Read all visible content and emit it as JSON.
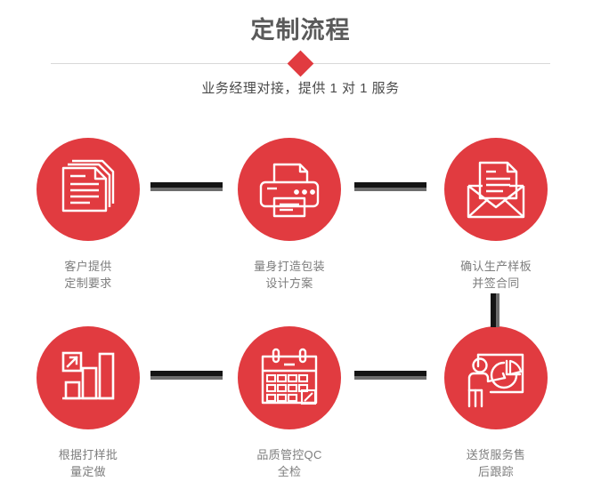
{
  "header": {
    "title": "定制流程",
    "subtitle": "业务经理对接，提供 1 对 1 服务",
    "divider_icon": "diamond-marker"
  },
  "colors": {
    "accent_red": "#e13b40",
    "title_gray": "#5a5a5a",
    "label_gray": "#7d7d7d",
    "divider_gray": "#d8d8d8",
    "connector_dark": "#141414",
    "connector_gray": "#6d6d6d"
  },
  "flow": {
    "steps": [
      {
        "icon": "documents-stack-icon",
        "label": "客户提供\n定制要求"
      },
      {
        "icon": "printer-icon",
        "label": "量身打造包装\n设计方案"
      },
      {
        "icon": "envelope-letter-icon",
        "label": "确认生产样板\n并签合同"
      },
      {
        "icon": "bar-chart-growth-icon",
        "label": "根据打样批\n量定做"
      },
      {
        "icon": "calendar-check-icon",
        "label": "品质管控QC\n全检"
      },
      {
        "icon": "presentation-person-icon",
        "label": "送货服务售\n后跟踪"
      }
    ],
    "connectors": [
      {
        "name": "connector-step1-step2",
        "direction": "horizontal"
      },
      {
        "name": "connector-step2-step3",
        "direction": "horizontal"
      },
      {
        "name": "connector-step3-step4",
        "direction": "vertical"
      },
      {
        "name": "connector-step4-step5",
        "direction": "horizontal"
      },
      {
        "name": "connector-step5-step6",
        "direction": "horizontal"
      }
    ]
  }
}
